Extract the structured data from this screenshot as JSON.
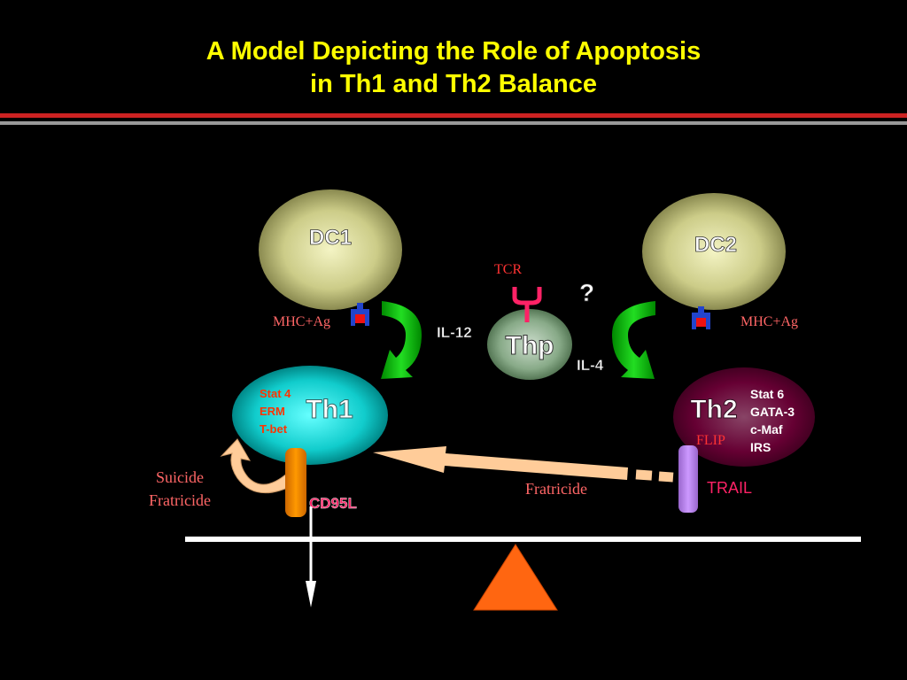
{
  "title": {
    "line1": "A Model Depicting the Role of Apoptosis",
    "line2": "in Th1 and Th2 Balance"
  },
  "colors": {
    "background": "#000000",
    "title": "#ffff00",
    "rule_red": "#cc2222",
    "rule_gray": "#999999",
    "dc_fill": "#cccc88",
    "th1_fill": "#11cccc",
    "th2_fill": "#660033",
    "thp_fill": "#88aa88",
    "green_arrow": "#22dd22",
    "peach_arrow": "#ffcc99",
    "fulcrum": "#ff6611",
    "cd95l_bar": "#ff9900",
    "trail_bar": "#cc99ff",
    "red_label": "#ff3333",
    "pink_label": "#ff6666",
    "magenta_label": "#ff2266"
  },
  "nodes": {
    "dc1": "DC1",
    "dc2": "DC2",
    "thp": "Thp",
    "th1": "Th1",
    "th2": "Th2"
  },
  "labels": {
    "tcr": "TCR",
    "mhc_left": "MHC+Ag",
    "mhc_right": "MHC+Ag",
    "il12": "IL-12",
    "il4": "IL-4",
    "question": "?",
    "flip": "FLIP",
    "cd95l": "CD95L",
    "trail": "TRAIL",
    "fratricide": "Fratricide",
    "suicide": "Suicide",
    "fratricide_left": "Fratricide"
  },
  "th1_factors": [
    "Stat 4",
    "ERM",
    "T-bet"
  ],
  "th2_factors": [
    "Stat 6",
    "GATA-3",
    "c-Maf",
    "IRS"
  ]
}
